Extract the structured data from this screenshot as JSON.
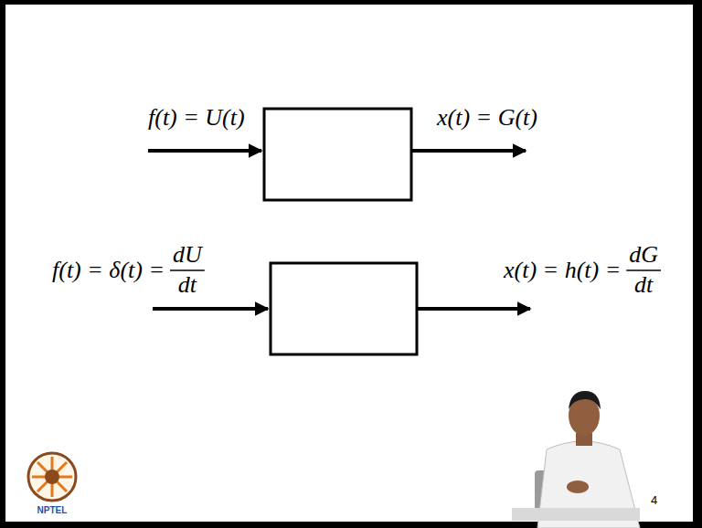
{
  "diagram": {
    "labels": [
      "f(t) = U(t)",
      "x(t) = G(t)",
      "f(t) = δ(t) =",
      "dU",
      "dt",
      "x(t) = h(t) =",
      "dG",
      "dt",
      "4",
      "NPTEL"
    ]
  }
}
